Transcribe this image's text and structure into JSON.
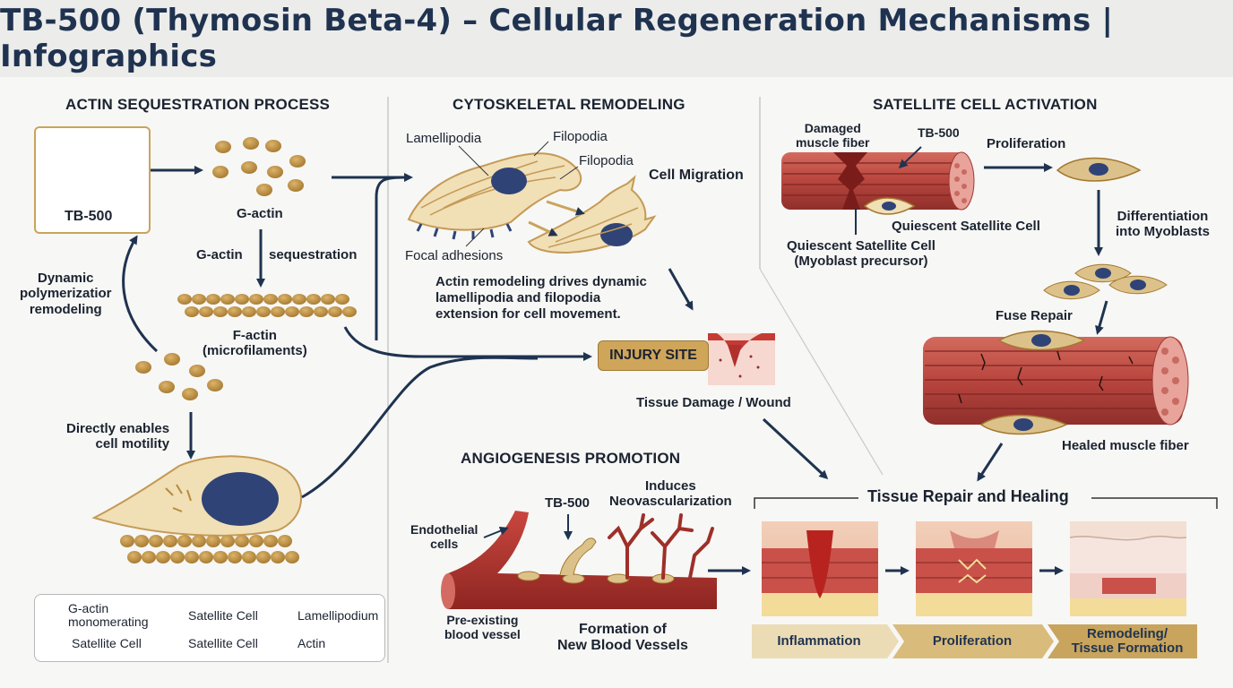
{
  "title": "TB-500 (Thymosin Beta-4) – Cellular Regeneration Mechanisms | Infographics",
  "actin_panel": {
    "heading": "ACTIN SEQUESTRATION PROCESS",
    "molecule_label": "TB-500",
    "g_actin": "G-actin",
    "g_actin_2": "G-actin",
    "sequestration": "sequestration",
    "f_actin": "F-actin\n(microfilaments)",
    "dynamic": "Dynamic\npolymerizatior\nremodeling",
    "motility": "Directly enables\ncell motility"
  },
  "cyto_panel": {
    "heading": "CYTOSKELETAL REMODELING",
    "lamellipodia": "Lamellipodia",
    "filopodia_1": "Filopodia",
    "filopodia_2": "Filopodia",
    "cell_migration": "Cell Migration",
    "focal_adhesions": "Focal adhesions",
    "description": "Actin remodeling drives dynamic\nlamellipodia and filopodia\nextension for cell movement."
  },
  "injury": {
    "badge": "INJURY SITE",
    "caption": "Tissue Damage / Wound"
  },
  "satellite_panel": {
    "heading": "SATELLITE CELL ACTIVATION",
    "damaged_fiber": "Damaged\nmuscle fiber",
    "tb500": "TB-500",
    "proliferation": "Proliferation",
    "quiescent": "Quiescent Satellite Cell",
    "quiescent_precursor": "Quiescent Satellite Cell\n(Myoblast precursor)",
    "differentiation": "Differentiation\ninto Myoblasts",
    "fuse": "Fuse Repair",
    "healed": "Healed muscle fiber"
  },
  "angio_panel": {
    "heading": "ANGIOGENESIS PROMOTION",
    "endothelial": "Endothelial\ncells",
    "tb500": "TB-500",
    "induces": "Induces\nNeovascularization",
    "preexisting": "Pre-existing\nblood vessel",
    "formation": "Formation of\nNew Blood Vessels"
  },
  "healing": {
    "heading": "Tissue Repair and Healing",
    "stages": [
      "Inflammation",
      "Proliferation",
      "Remodeling/\nTissue Formation"
    ]
  },
  "legend": {
    "items": [
      {
        "label": "G-actin\nmonomerating",
        "icon": "g-actin-icon"
      },
      {
        "label": "Satellite Cell",
        "icon": "satellite-cell-round-icon"
      },
      {
        "label": "Lamellipodium",
        "icon": "lamellipodium-icon"
      },
      {
        "label": "Satellite Cell",
        "icon": "satellite-cell-spindle-icon"
      },
      {
        "label": "Satellite Cell",
        "icon": "satellite-cell-red-icon"
      },
      {
        "label": "Actin",
        "icon": "actin-icon"
      }
    ]
  },
  "colors": {
    "navy": "#1f3350",
    "muscle": "#b8453e",
    "gold": "#cfa55a",
    "cell": "#f1dfb6",
    "nucleus": "#2f4376"
  }
}
